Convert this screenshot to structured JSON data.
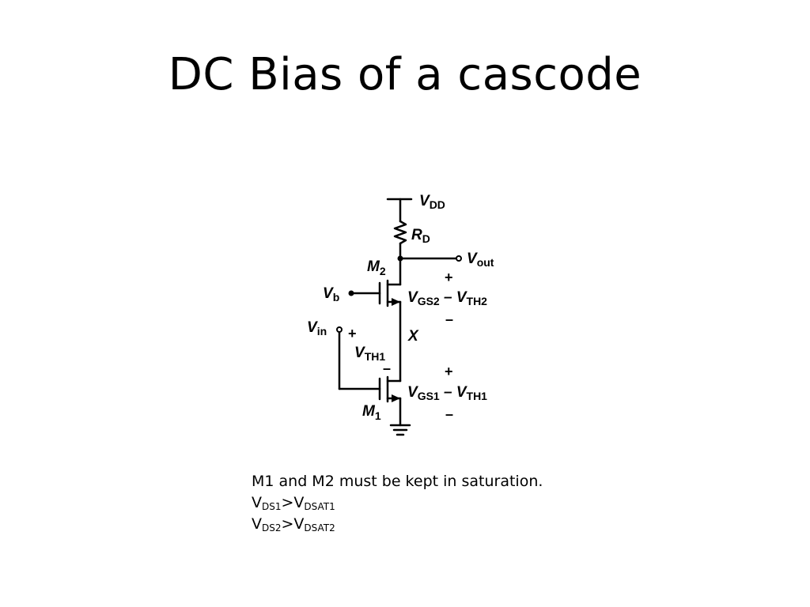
{
  "slide": {
    "title": "DC Bias of a cascode"
  },
  "circuit": {
    "labels": {
      "vdd": {
        "main": "V",
        "sub": "DD"
      },
      "rd": {
        "main": "R",
        "sub": "D"
      },
      "vout": {
        "main": "V",
        "sub": "out"
      },
      "m2": {
        "main": "M",
        "sub": "2"
      },
      "vb": {
        "main": "V",
        "sub": "b"
      },
      "vin": {
        "main": "V",
        "sub": "in"
      },
      "x": "X",
      "vth1": {
        "main": "V",
        "sub": "TH1"
      },
      "m1": {
        "main": "M",
        "sub": "1"
      },
      "vgs2_vth2": {
        "a": "V",
        "a_sub": "GS2",
        "minus": " – ",
        "b": "V",
        "b_sub": "TH2"
      },
      "vgs1_vth1": {
        "a": "V",
        "a_sub": "GS1",
        "minus": " – ",
        "b": "V",
        "b_sub": "TH1"
      },
      "plus": "+",
      "minus": "–"
    }
  },
  "notes": {
    "line1": "M1 and M2 must be kept in saturation.",
    "line2": {
      "v1": "V",
      "sub1": "DS1",
      "op": ">",
      "v2": "V",
      "sub2": "DSAT1"
    },
    "line3": {
      "v1": "V",
      "sub1": "DS2",
      "op": ">",
      "v2": "V",
      "sub2": "DSAT2"
    }
  }
}
